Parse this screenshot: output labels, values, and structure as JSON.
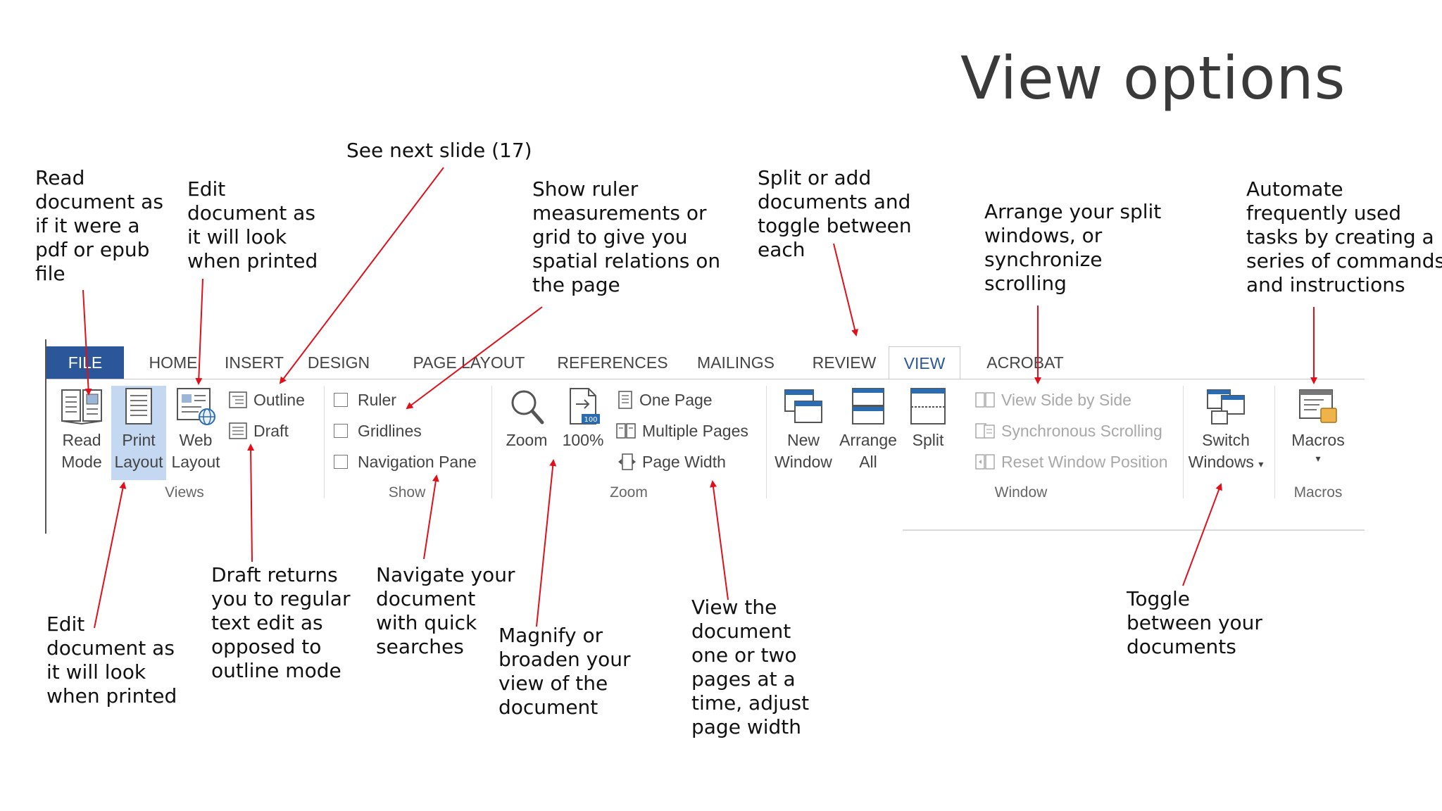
{
  "title": "View options",
  "tabs": [
    {
      "label": "FILE"
    },
    {
      "label": "HOME"
    },
    {
      "label": "INSERT"
    },
    {
      "label": "DESIGN"
    },
    {
      "label": "PAGE LAYOUT"
    },
    {
      "label": "REFERENCES"
    },
    {
      "label": "MAILINGS"
    },
    {
      "label": "REVIEW"
    },
    {
      "label": "VIEW"
    },
    {
      "label": "ACROBAT"
    }
  ],
  "groups": {
    "views": {
      "label": "Views",
      "read_mode": [
        "Read",
        "Mode"
      ],
      "print_layout": [
        "Print",
        "Layout"
      ],
      "web_layout": [
        "Web",
        "Layout"
      ],
      "outline": "Outline",
      "draft": "Draft"
    },
    "show": {
      "label": "Show",
      "ruler": "Ruler",
      "gridlines": "Gridlines",
      "navigation_pane": "Navigation Pane",
      "ruler_checked": false,
      "gridlines_checked": false,
      "navigation_pane_checked": false
    },
    "zoom": {
      "label": "Zoom",
      "zoom": "Zoom",
      "hundred": "100%",
      "hundred_badge": "100",
      "one_page": "One Page",
      "multiple_pages": "Multiple Pages",
      "page_width": "Page Width"
    },
    "window": {
      "label": "Window",
      "new_window": [
        "New",
        "Window"
      ],
      "arrange_all": [
        "Arrange",
        "All"
      ],
      "split": "Split",
      "view_side_by_side": "View Side by Side",
      "synchronous_scrolling": "Synchronous Scrolling",
      "reset_window_position": "Reset Window Position",
      "switch_windows": [
        "Switch",
        "Windows"
      ]
    },
    "macros": {
      "label": "Macros",
      "macros": "Macros"
    }
  },
  "annotations": {
    "read_mode": [
      "Read",
      "document as",
      "if it were a",
      "pdf or epub",
      "file"
    ],
    "web_layout": [
      "Edit",
      "document as",
      "it will look",
      "when printed"
    ],
    "outline": "See next slide (17)",
    "ruler_gridlines": [
      "Show ruler",
      "measurements or",
      "grid to give you",
      "spatial relations on",
      "the page"
    ],
    "new_window_split": [
      "Split or add",
      "documents and",
      "toggle between",
      "each"
    ],
    "arrange": [
      "Arrange your split",
      "windows, or",
      "synchronize",
      "scrolling"
    ],
    "macros": [
      "Automate",
      "frequently used",
      "tasks by creating a",
      "series of commands",
      "and instructions"
    ],
    "print_layout": [
      "Edit",
      "document as",
      "it will look",
      "when printed"
    ],
    "draft": [
      "Draft returns",
      "you to regular",
      "text edit as",
      "opposed to",
      "outline mode"
    ],
    "navigation": [
      "Navigate your",
      "document",
      "with quick",
      "searches"
    ],
    "zoom": [
      "Magnify or",
      "broaden your",
      "view of the",
      "document"
    ],
    "page_view": [
      "View the",
      "document",
      "one or two",
      "pages at a",
      "time, adjust",
      "page width"
    ],
    "switch": [
      "Toggle",
      "between your",
      "documents"
    ]
  },
  "colors": {
    "file_tab": "#2b579a",
    "arrow": "#e0101a",
    "selected_button": "#c5d8f1"
  }
}
